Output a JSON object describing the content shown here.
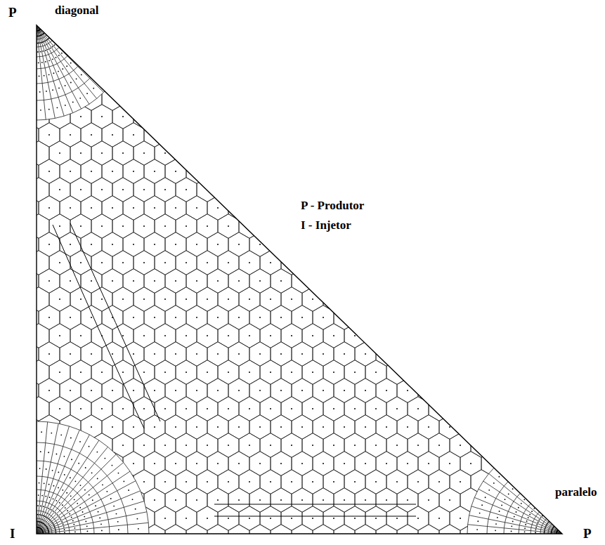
{
  "diagram": {
    "labels": [
      "P",
      "diagonal",
      "P - Produtor",
      "I - Injetor",
      "I",
      "P",
      "paralelo"
    ]
  }
}
